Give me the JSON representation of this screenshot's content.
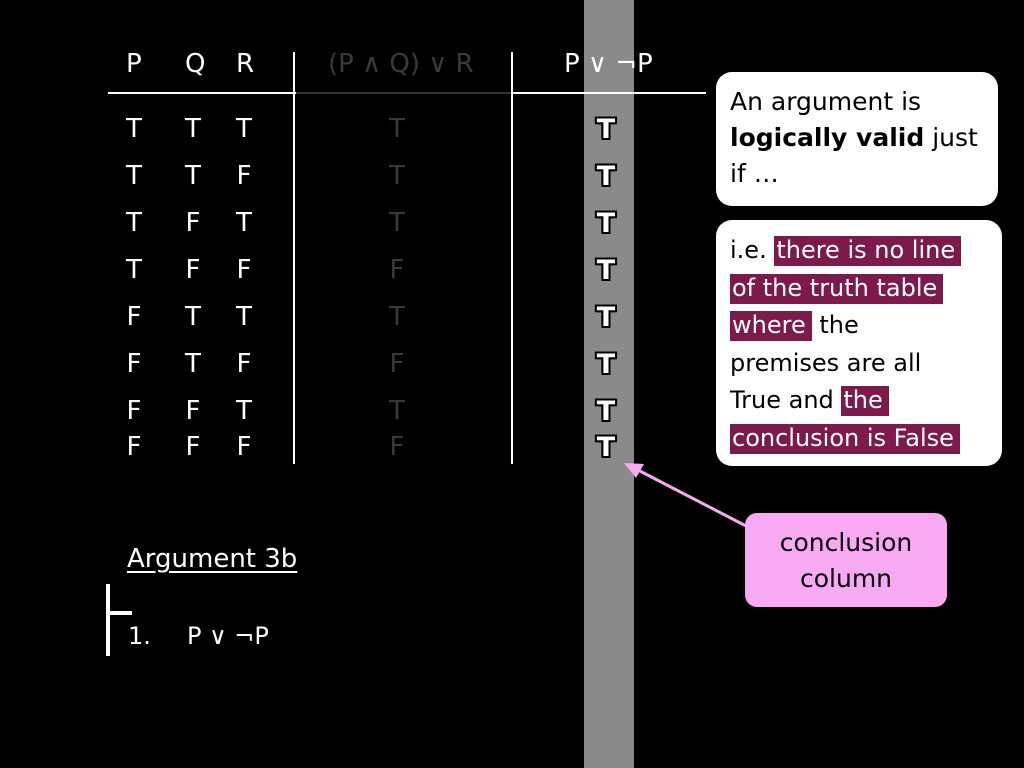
{
  "table": {
    "headers": {
      "p": "P",
      "q": "Q",
      "r": "R",
      "formula1": "(P ∧ Q) ∨ R",
      "conclusion": "P ∨ ¬P"
    },
    "rows": [
      {
        "p": "T",
        "q": "T",
        "r": "T",
        "f1": "T",
        "concl": "T"
      },
      {
        "p": "T",
        "q": "T",
        "r": "F",
        "f1": "T",
        "concl": "T"
      },
      {
        "p": "T",
        "q": "F",
        "r": "T",
        "f1": "T",
        "concl": "T"
      },
      {
        "p": "T",
        "q": "F",
        "r": "F",
        "f1": "F",
        "concl": "T"
      },
      {
        "p": "F",
        "q": "T",
        "r": "T",
        "f1": "T",
        "concl": "T"
      },
      {
        "p": "F",
        "q": "T",
        "r": "F",
        "f1": "F",
        "concl": "T"
      },
      {
        "p": "F",
        "q": "F",
        "r": "T",
        "f1": "T",
        "concl": "T"
      },
      {
        "p": "F",
        "q": "F",
        "r": "F",
        "f1": "F",
        "concl": "T"
      }
    ]
  },
  "callout_valid": {
    "line1": "An argument is",
    "bold": "logically valid",
    "after_bold": " just",
    "line3": "if …"
  },
  "callout_definition": {
    "prefix": "i.e. ",
    "hl1": "there is no line",
    "hl2": "of the truth table",
    "hl3": "where",
    "mid1": " the",
    "mid2": "premises are all",
    "mid3": "True and ",
    "hl4": "the",
    "hl5": "conclusion is False"
  },
  "callout_conclusion": {
    "line1": "conclusion",
    "line2": "column"
  },
  "argument": {
    "title": "Argument 3b",
    "premise_number": "1.",
    "premise_formula": "P ∨ ¬P"
  },
  "colors": {
    "background": "#000000",
    "highlight_column": "#8a8a8a",
    "highlight_text_bg": "#7b1a4b",
    "conclusion_callout": "#f7a9f2",
    "arrow": "#f7a9f2",
    "dim_text": "#3a3a3a"
  }
}
